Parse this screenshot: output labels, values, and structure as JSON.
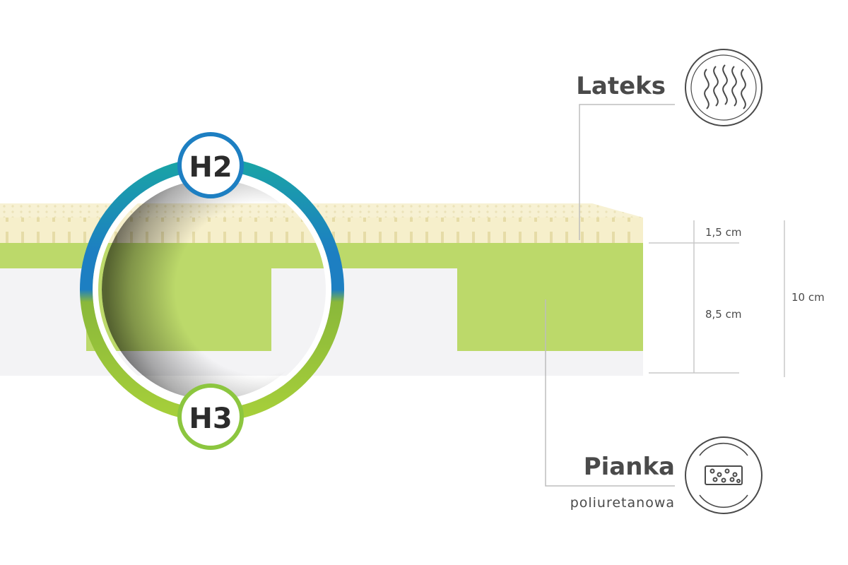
{
  "layers": {
    "top": {
      "name": "Lateks",
      "thickness": "1,5 cm",
      "icon": "waves-icon"
    },
    "core": {
      "name": "Pianka",
      "subtitle": "poliuretanowa",
      "thickness": "8,5 cm",
      "icon": "foam-icon"
    }
  },
  "total_height": "10 cm",
  "firmness": {
    "upper": "H2",
    "lower": "H3"
  },
  "colors": {
    "latex": "#f6efcb",
    "foam": "#bcd96a",
    "base": "#f3f3f5",
    "firmness_upper": "#1d7fc2",
    "firmness_lower": "#8cc63f",
    "text": "#4a4a4a"
  }
}
